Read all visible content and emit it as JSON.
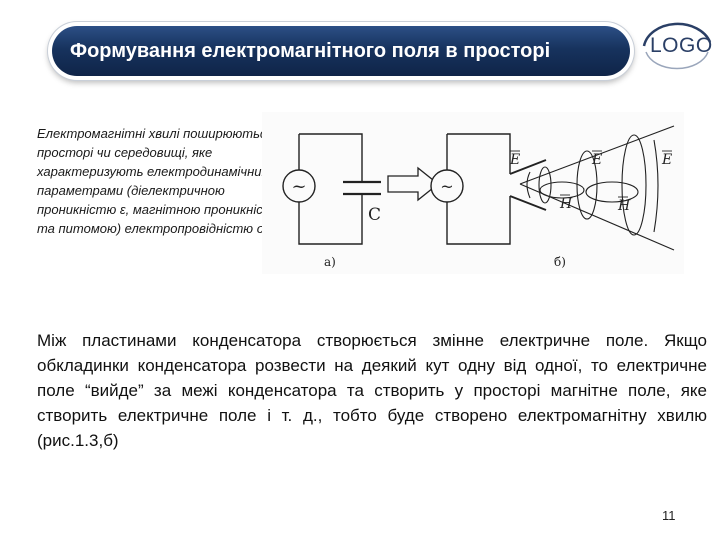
{
  "slide": {
    "title": "Формування електромагнітного поля в просторі",
    "logo": "LOGO",
    "side_text": "Електромагнітні хвилі поширюються у просторі чи середовищі, яке характеризують електродинамічними параметрами (діелектричною проникністю ε, магнітною проникністю μ та питомою) електропровідністю σ.",
    "main_text": "Між пластинами конденсатора створюється змінне електричне поле. Якщо обкладинки конденсатора розвести на деякий кут одну від одної, то електричне поле “вийде” за межі конденсатора та створить у просторі магнітне поле, яке створить електричне поле і т. д., тобто буде створено електромагнітну хвилю (рис.1.3,б)",
    "page_number": "11"
  },
  "figure": {
    "label_a": "а)",
    "label_b": "б)",
    "capacitor_label": "C",
    "source_symbol": "~",
    "field_labels": {
      "E1": "E",
      "E2": "E",
      "E3": "E",
      "H1": "H",
      "H2": "H"
    }
  }
}
